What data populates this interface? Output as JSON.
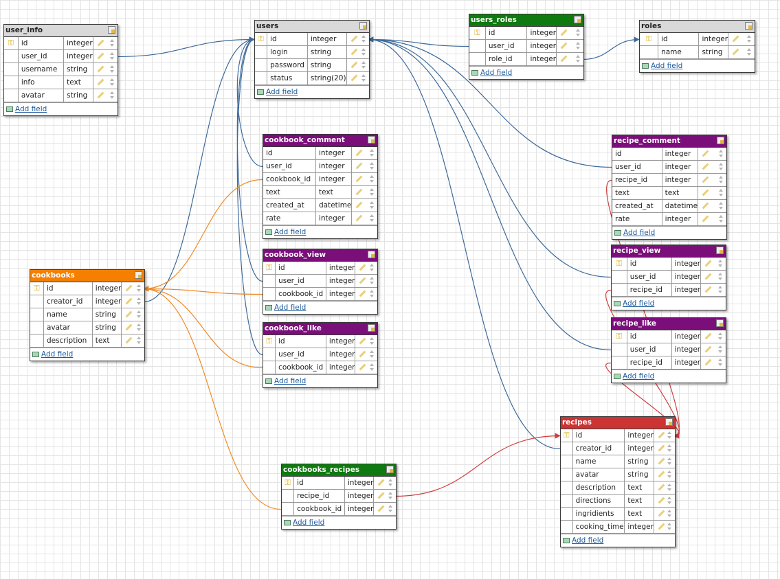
{
  "add_field_label": "Add field",
  "colors": {
    "blue_link": "#3d6a9a",
    "orange_link": "#f08a24",
    "red_link": "#cf3f3f",
    "header_gray": "#d9d9d9",
    "header_green": "#0f7a0f",
    "header_purple": "#7a0f7a",
    "header_orange": "#f57f00",
    "header_red": "#cc3333"
  },
  "tables": [
    {
      "id": "user_info",
      "name": "user_info",
      "color": "#d9d9d9",
      "fields": [
        {
          "name": "id",
          "type": "integer",
          "key": true
        },
        {
          "name": "user_id",
          "type": "integer"
        },
        {
          "name": "username",
          "type": "string"
        },
        {
          "name": "info",
          "type": "text"
        },
        {
          "name": "avatar",
          "type": "string"
        }
      ]
    },
    {
      "id": "users",
      "name": "users",
      "color": "#d9d9d9",
      "fields": [
        {
          "name": "id",
          "type": "integer",
          "key": true
        },
        {
          "name": "login",
          "type": "string"
        },
        {
          "name": "password",
          "type": "string"
        },
        {
          "name": "status",
          "type": "string(20)"
        }
      ]
    },
    {
      "id": "users_roles",
      "name": "users_roles",
      "color": "#0f7a0f",
      "fields": [
        {
          "name": "id",
          "type": "integer",
          "key": true
        },
        {
          "name": "user_id",
          "type": "integer"
        },
        {
          "name": "role_id",
          "type": "integer"
        }
      ]
    },
    {
      "id": "roles",
      "name": "roles",
      "color": "#d9d9d9",
      "fields": [
        {
          "name": "id",
          "type": "integer",
          "key": true
        },
        {
          "name": "name",
          "type": "string"
        }
      ]
    },
    {
      "id": "cookbook_comment",
      "name": "cookbook_comment",
      "color": "#7a0f7a",
      "fields": [
        {
          "name": "id",
          "type": "integer"
        },
        {
          "name": "user_id",
          "type": "integer"
        },
        {
          "name": "cookbook_id",
          "type": "integer"
        },
        {
          "name": "text",
          "type": "text"
        },
        {
          "name": "created_at",
          "type": "datetime"
        },
        {
          "name": "rate",
          "type": "integer"
        }
      ]
    },
    {
      "id": "recipe_comment",
      "name": "recipe_comment",
      "color": "#7a0f7a",
      "fields": [
        {
          "name": "id",
          "type": "integer"
        },
        {
          "name": "user_id",
          "type": "integer"
        },
        {
          "name": "recipe_id",
          "type": "integer"
        },
        {
          "name": "text",
          "type": "text"
        },
        {
          "name": "created_at",
          "type": "datetime"
        },
        {
          "name": "rate",
          "type": "integer"
        }
      ]
    },
    {
      "id": "cookbooks",
      "name": "cookbooks",
      "color": "#f57f00",
      "fields": [
        {
          "name": "id",
          "type": "integer",
          "key": true
        },
        {
          "name": "creator_id",
          "type": "integer"
        },
        {
          "name": "name",
          "type": "string"
        },
        {
          "name": "avatar",
          "type": "string"
        },
        {
          "name": "description",
          "type": "text"
        }
      ]
    },
    {
      "id": "cookbook_view",
      "name": "cookbook_view",
      "color": "#7a0f7a",
      "fields": [
        {
          "name": "id",
          "type": "integer",
          "key": true
        },
        {
          "name": "user_id",
          "type": "integer"
        },
        {
          "name": "cookbook_id",
          "type": "integer"
        }
      ]
    },
    {
      "id": "recipe_view",
      "name": "recipe_view",
      "color": "#7a0f7a",
      "fields": [
        {
          "name": "id",
          "type": "integer",
          "key": true
        },
        {
          "name": "user_id",
          "type": "integer"
        },
        {
          "name": "recipe_id",
          "type": "integer"
        }
      ]
    },
    {
      "id": "cookbook_like",
      "name": "cookbook_like",
      "color": "#7a0f7a",
      "fields": [
        {
          "name": "id",
          "type": "integer",
          "key": true
        },
        {
          "name": "user_id",
          "type": "integer"
        },
        {
          "name": "cookbook_id",
          "type": "integer"
        }
      ]
    },
    {
      "id": "recipe_like",
      "name": "recipe_like",
      "color": "#7a0f7a",
      "fields": [
        {
          "name": "id",
          "type": "integer",
          "key": true
        },
        {
          "name": "user_id",
          "type": "integer"
        },
        {
          "name": "recipe_id",
          "type": "integer"
        }
      ]
    },
    {
      "id": "recipes",
      "name": "recipes",
      "color": "#cc3333",
      "fields": [
        {
          "name": "id",
          "type": "integer",
          "key": true
        },
        {
          "name": "creator_id",
          "type": "integer"
        },
        {
          "name": "name",
          "type": "string"
        },
        {
          "name": "avatar",
          "type": "string"
        },
        {
          "name": "description",
          "type": "text"
        },
        {
          "name": "directions",
          "type": "text"
        },
        {
          "name": "ingridients",
          "type": "text"
        },
        {
          "name": "cooking_time",
          "type": "integer"
        }
      ]
    },
    {
      "id": "cookbooks_recipes",
      "name": "cookbooks_recipes",
      "color": "#0f7a0f",
      "fields": [
        {
          "name": "id",
          "type": "integer",
          "key": true
        },
        {
          "name": "recipe_id",
          "type": "integer"
        },
        {
          "name": "cookbook_id",
          "type": "integer"
        }
      ]
    }
  ],
  "relations": [
    {
      "from": "user_info.user_id",
      "to": "users.id",
      "color": "#3d6a9a"
    },
    {
      "from": "users_roles.user_id",
      "to": "users.id",
      "color": "#3d6a9a"
    },
    {
      "from": "users_roles.role_id",
      "to": "roles.id",
      "color": "#3d6a9a"
    },
    {
      "from": "cookbook_comment.user_id",
      "to": "users.id",
      "color": "#3d6a9a"
    },
    {
      "from": "cookbook_view.user_id",
      "to": "users.id",
      "color": "#3d6a9a"
    },
    {
      "from": "cookbook_like.user_id",
      "to": "users.id",
      "color": "#3d6a9a"
    },
    {
      "from": "cookbooks.creator_id",
      "to": "users.id",
      "color": "#3d6a9a"
    },
    {
      "from": "recipe_comment.user_id",
      "to": "users.id",
      "color": "#3d6a9a"
    },
    {
      "from": "recipe_view.user_id",
      "to": "users.id",
      "color": "#3d6a9a"
    },
    {
      "from": "recipe_like.user_id",
      "to": "users.id",
      "color": "#3d6a9a"
    },
    {
      "from": "recipes.creator_id",
      "to": "users.id",
      "color": "#3d6a9a"
    },
    {
      "from": "cookbook_comment.cookbook_id",
      "to": "cookbooks.id",
      "color": "#f08a24"
    },
    {
      "from": "cookbook_view.cookbook_id",
      "to": "cookbooks.id",
      "color": "#f08a24"
    },
    {
      "from": "cookbook_like.cookbook_id",
      "to": "cookbooks.id",
      "color": "#f08a24"
    },
    {
      "from": "cookbooks_recipes.cookbook_id",
      "to": "cookbooks.id",
      "color": "#f08a24"
    },
    {
      "from": "recipe_comment.recipe_id",
      "to": "recipes.id",
      "color": "#cf3f3f"
    },
    {
      "from": "recipe_view.recipe_id",
      "to": "recipes.id",
      "color": "#cf3f3f"
    },
    {
      "from": "recipe_like.recipe_id",
      "to": "recipes.id",
      "color": "#cf3f3f"
    },
    {
      "from": "cookbooks_recipes.recipe_id",
      "to": "recipes.id",
      "color": "#cf3f3f"
    }
  ]
}
